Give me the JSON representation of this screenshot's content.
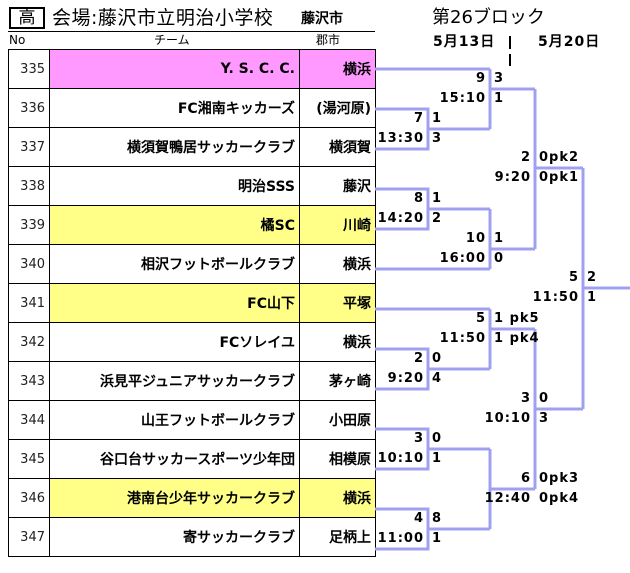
{
  "header": {
    "grade": "高",
    "venue": "会場:藤沢市立明治小学校",
    "venue_city": "藤沢市",
    "block": "第26ブロック",
    "date_round1": "5月13日",
    "date_round2": "5月20日"
  },
  "columns": {
    "no": "No",
    "team": "チーム",
    "city": "郡市"
  },
  "highlight_colors": {
    "pink": "#ff99ff",
    "yellow": "#ffff88",
    "bracket_line": "#a0a0f0"
  },
  "teams": [
    {
      "no": "335",
      "name": "Y. S. C. C.",
      "city": "横浜",
      "highlight": "pink"
    },
    {
      "no": "336",
      "name": "FC湘南キッカーズ",
      "city": "(湯河原)",
      "highlight": ""
    },
    {
      "no": "337",
      "name": "横須賀鴨居サッカークラブ",
      "city": "横須賀",
      "highlight": ""
    },
    {
      "no": "338",
      "name": "明治SSS",
      "city": "藤沢",
      "highlight": ""
    },
    {
      "no": "339",
      "name": "橘SC",
      "city": "川崎",
      "highlight": "yellow"
    },
    {
      "no": "340",
      "name": "相沢フットボールクラブ",
      "city": "横浜",
      "highlight": ""
    },
    {
      "no": "341",
      "name": "FC山下",
      "city": "平塚",
      "highlight": "yellow"
    },
    {
      "no": "342",
      "name": "FCソレイユ",
      "city": "横浜",
      "highlight": ""
    },
    {
      "no": "343",
      "name": "浜見平ジュニアサッカークラブ",
      "city": "茅ヶ崎",
      "highlight": ""
    },
    {
      "no": "344",
      "name": "山王フットボールクラブ",
      "city": "小田原",
      "highlight": ""
    },
    {
      "no": "345",
      "name": "谷口台サッカースポーツ少年団",
      "city": "相模原",
      "highlight": ""
    },
    {
      "no": "346",
      "name": "港南台少年サッカークラブ",
      "city": "横浜",
      "highlight": "yellow"
    },
    {
      "no": "347",
      "name": "寄サッカークラブ",
      "city": "足柄上",
      "highlight": ""
    }
  ],
  "matches": [
    {
      "id": "m7",
      "game_no": "7",
      "time": "13:30",
      "score_top": "1",
      "score_bottom": "3"
    },
    {
      "id": "m8",
      "game_no": "8",
      "time": "14:20",
      "score_top": "1",
      "score_bottom": "2"
    },
    {
      "id": "m2a",
      "game_no": "2",
      "time": "9:20",
      "score_top": "0",
      "score_bottom": "4"
    },
    {
      "id": "m3a",
      "game_no": "3",
      "time": "10:10",
      "score_top": "0",
      "score_bottom": "1"
    },
    {
      "id": "m4",
      "game_no": "4",
      "time": "11:00",
      "score_top": "8",
      "score_bottom": "1"
    },
    {
      "id": "m9",
      "game_no": "9",
      "time": "15:10",
      "score_top": "3",
      "score_bottom": "1"
    },
    {
      "id": "m10",
      "game_no": "10",
      "time": "16:00",
      "score_top": "1",
      "score_bottom": "0"
    },
    {
      "id": "m5a",
      "game_no": "5",
      "time": "11:50",
      "score_top": "1 pk5",
      "score_bottom": "1 pk4"
    },
    {
      "id": "m6",
      "game_no": "6",
      "time": "12:40",
      "score_top": "0pk3",
      "score_bottom": "0pk4"
    },
    {
      "id": "m2b",
      "game_no": "2",
      "time": "9:20",
      "score_top": "0pk2",
      "score_bottom": "0pk1"
    },
    {
      "id": "m3b",
      "game_no": "3",
      "time": "10:10",
      "score_top": "0",
      "score_bottom": "3"
    },
    {
      "id": "m5b",
      "game_no": "5",
      "time": "11:50",
      "score_top": "2",
      "score_bottom": "1"
    }
  ]
}
